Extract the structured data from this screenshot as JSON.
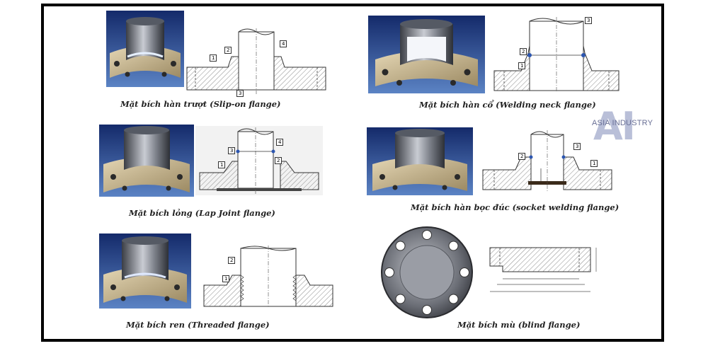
{
  "captions": {
    "slip_on": "Mặt bích hàn trượt (Slip-on flange)",
    "welding_neck": "Mặt bích hàn cổ (Welding neck flange)",
    "lap_joint": "Mặt bích lỏng (Lap Joint flange)",
    "socket_welding": "Mặt bích hàn bọc đúc (socket welding flange)",
    "threaded": "Mặt bích ren (Threaded flange)",
    "blind": "Mặt bích mù (blind flange)"
  },
  "callouts": {
    "slip_on": [
      "1",
      "2",
      "3",
      "4"
    ],
    "welding_neck": [
      "1",
      "2",
      "3"
    ],
    "lap_joint": [
      "1",
      "2",
      "3",
      "4"
    ],
    "socket_welding": [
      "1",
      "2",
      "3"
    ],
    "threaded": [
      "1",
      "2"
    ]
  },
  "watermark": {
    "logo": "AI",
    "text": "ASIA INDUSTRY"
  },
  "colors": {
    "photo_bg_top": "#1c2f6e",
    "photo_bg_bottom": "#4a6fb0",
    "metal": "#8b8f99",
    "hatch": "#777777"
  }
}
